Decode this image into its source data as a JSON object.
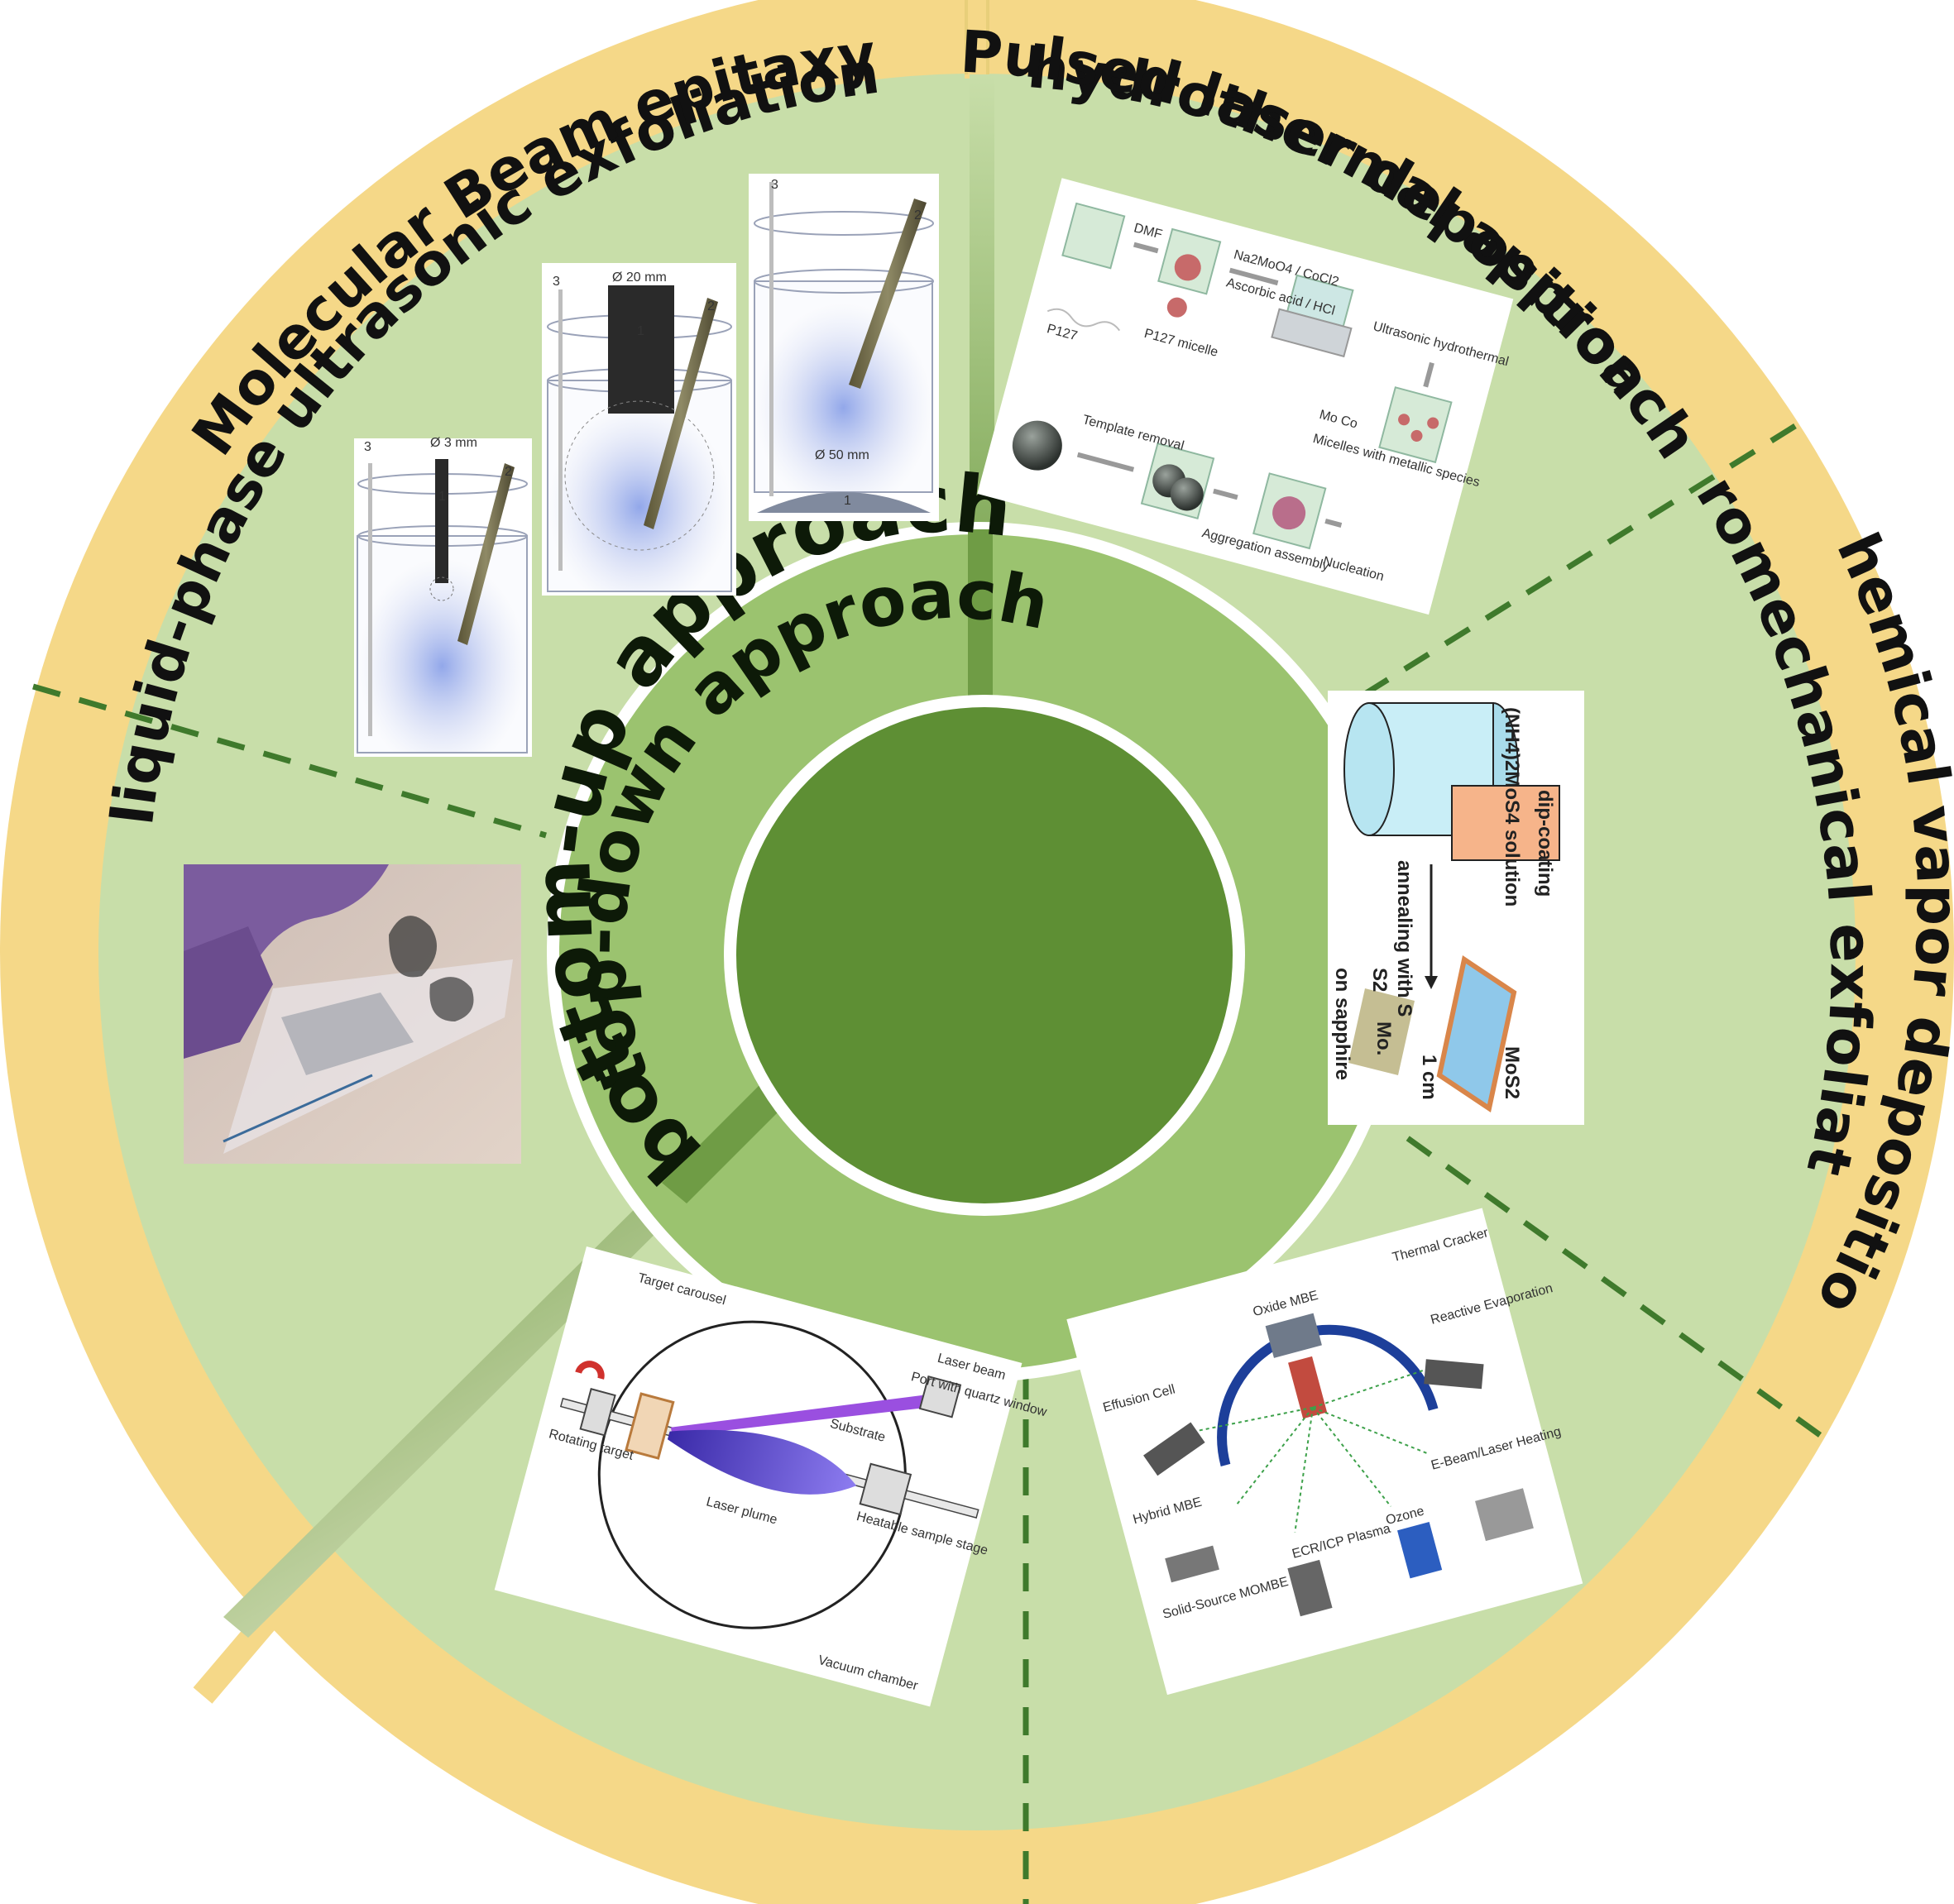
{
  "colors": {
    "outer_ring": "#f5d888",
    "sector_fill": "#c8dea9",
    "hub_ring": "#9bc36f",
    "core": "#5e8f34",
    "dash": "#3f7a2c",
    "white": "#ffffff"
  },
  "ring_labels": {
    "liquid_phase": "liquid-phase ultrasonic exfoliation",
    "hydrothermal": "hydrothermal approach",
    "cvd": "Chemical vapor deposition",
    "mbe": "Molecular Beam epitaxy",
    "pld": "Pulsed laser deposition",
    "micromech": "micromechanical exfoliation"
  },
  "hub_labels": {
    "top_down": "top-down approach",
    "bottom_up": "bottom-up approach"
  },
  "panels": {
    "ultrasonic": {
      "d3": "Ø 3 mm",
      "d20": "Ø 20 mm",
      "d50": "Ø 50 mm",
      "n1": "1",
      "n2": "2",
      "n3": "3"
    },
    "hydrothermal": {
      "l1": "DMF",
      "l2": "Na2MoO4 / CoCl2",
      "l3": "Ascorbic acid / HCl",
      "l4": "P127 micelle",
      "l5": "P127",
      "l6": "Ultrasonic hydrothermal",
      "l7": "Mo  Co",
      "l8": "Micelles with metallic species",
      "l9": "Nucleation",
      "l10": "Aggregation assembly",
      "l11": "Template removal"
    },
    "cvd": {
      "solution": "(NH4)2MoS4 solution",
      "dip": "dip-coating",
      "anneal": "annealing with S",
      "mos2": "MoS2",
      "scale": "1 cm",
      "sapphire": "on sapphire",
      "s2": "S2",
      "mo": "Mo."
    },
    "mbe": {
      "t1": "Thermal Cracker",
      "t2": "Oxide MBE",
      "t3": "Reactive Evaporation",
      "t4": "Effusion Cell",
      "t5": "Hybrid MBE",
      "t6": "E-Beam/Laser Heating",
      "t7": "Solid-Source MOMBE",
      "t8": "ECR/ICP Plasma",
      "t9": "Ozone"
    },
    "pld": {
      "p1": "Target carousel",
      "p2": "Laser beam",
      "p3": "Port with quartz window",
      "p4": "Substrate",
      "p5": "Rotating target",
      "p6": "Laser plume",
      "p7": "Heatable sample stage",
      "p8": "Vacuum chamber"
    }
  }
}
